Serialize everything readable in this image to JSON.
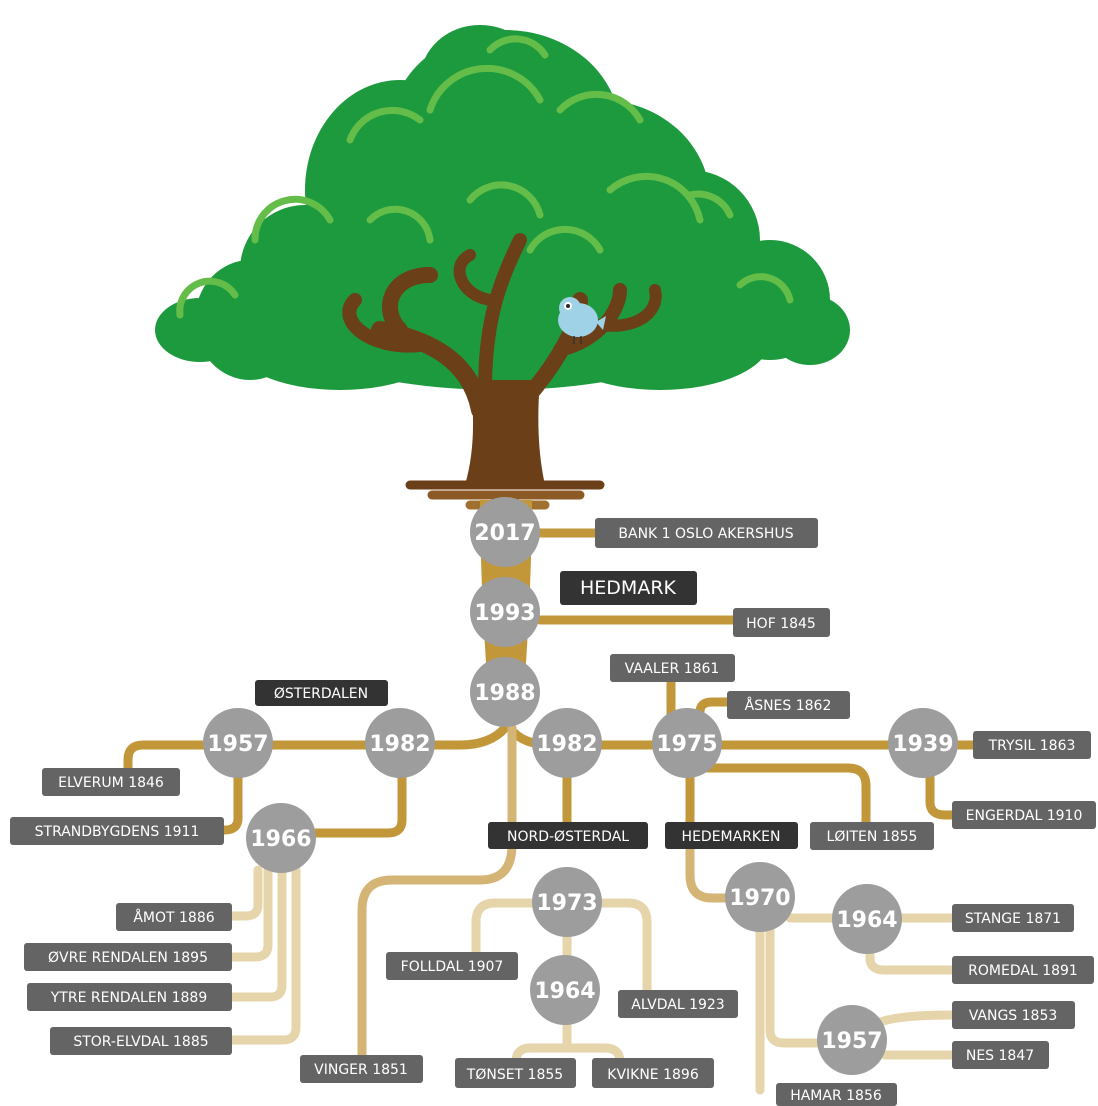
{
  "colors": {
    "foliage": "#1e9a3e",
    "foliage_highlight": "#63bd48",
    "trunk": "#6b3f18",
    "gold": "#c2973a",
    "beige": "#e6d4ab",
    "node": "#9d9d9d",
    "label": "#646464",
    "region": "#333333",
    "bird": "#9fd2e6"
  },
  "root": {
    "node_2017": "2017",
    "label_bank": "BANK 1 OSLO AKERSHUS",
    "region_hedmark": "HEDMARK",
    "node_1993": "1993",
    "label_hof": "HOF 1845",
    "node_1988": "1988"
  },
  "osterdalen": {
    "region": "ØSTERDALEN",
    "node_1957": "1957",
    "node_1982": "1982",
    "node_1966": "1966",
    "label_elverum": "ELVERUM 1846",
    "label_strandbygdens": "STRANDBYGDENS 1911",
    "label_amot": "ÅMOT 1886",
    "label_ovre_rendalen": "ØVRE RENDALEN 1895",
    "label_ytre_rendalen": "YTRE RENDALEN 1889",
    "label_stor_elvdal": "STOR-ELVDAL 1885",
    "label_vinger": "VINGER 1851"
  },
  "nord_osterdal": {
    "region": "NORD-ØSTERDAL",
    "node_1982": "1982",
    "node_1973": "1973",
    "node_1964": "1964",
    "label_folldal": "FOLLDAL 1907",
    "label_alvdal": "ALVDAL 1923",
    "label_tonset": "TØNSET 1855",
    "label_kvikne": "KVIKNE 1896"
  },
  "solor": {
    "node_1975": "1975",
    "node_1939": "1939",
    "label_vaaler": "VAALER 1861",
    "label_asnes": "ÅSNES 1862",
    "label_trysil": "TRYSIL 1863",
    "label_engerdal": "ENGERDAL 1910",
    "label_loiten": "LØITEN 1855"
  },
  "hedemarken": {
    "region": "HEDEMARKEN",
    "node_1970": "1970",
    "node_1964": "1964",
    "node_1957": "1957",
    "label_stange": "STANGE 1871",
    "label_romedal": "ROMEDAL 1891",
    "label_vangs": "VANGS 1853",
    "label_nes": "NES 1847",
    "label_hamar": "HAMAR 1856"
  }
}
